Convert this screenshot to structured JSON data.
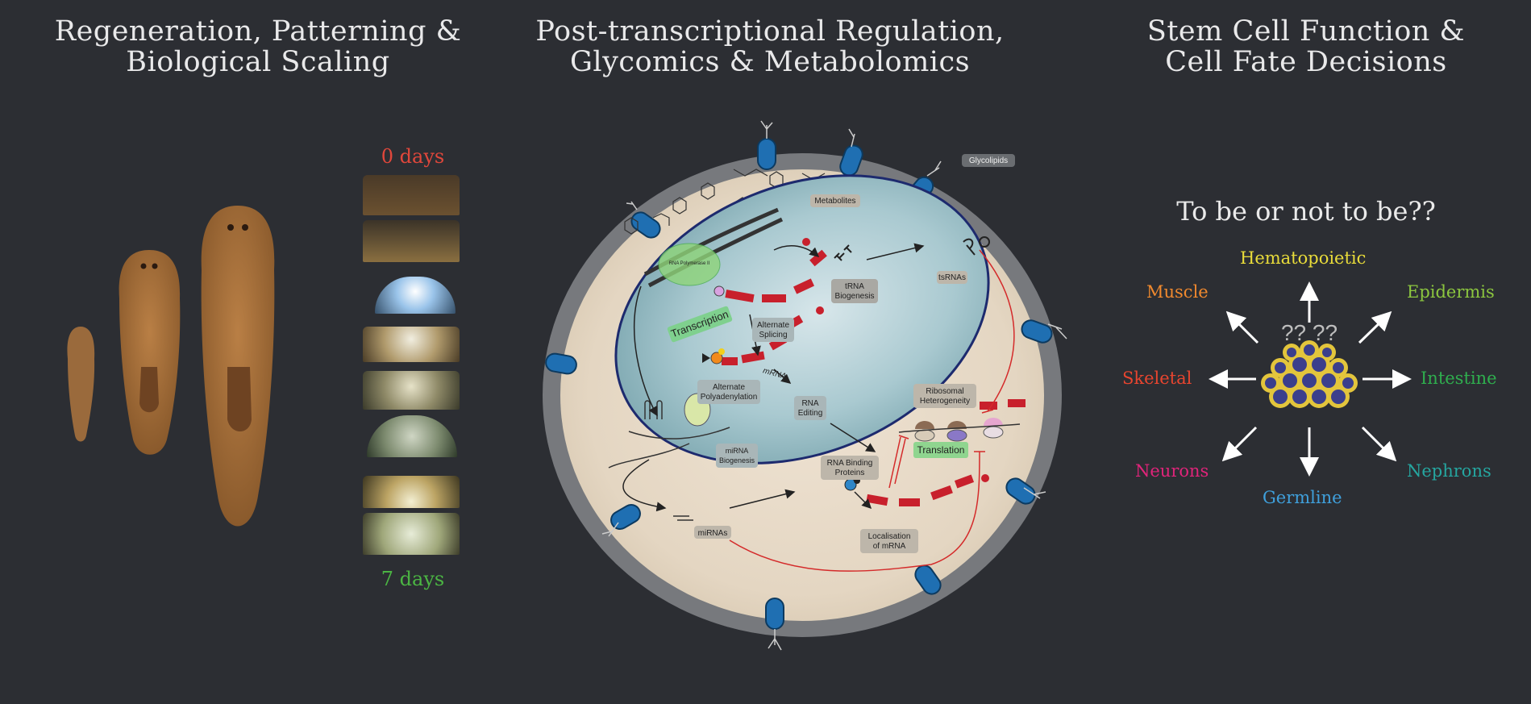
{
  "headings": {
    "left": [
      "Regeneration, Patterning &",
      "Biological Scaling"
    ],
    "center": [
      "Post-transcriptional Regulation,",
      "Glycomics & Metabolomics"
    ],
    "right": [
      "Stem Cell Function &",
      "Cell Fate Decisions"
    ]
  },
  "timeline": {
    "start_label": "0 days",
    "end_label": "7 days",
    "start_color": "#e0473b",
    "end_color": "#4bb543"
  },
  "cell_diagram": {
    "labels": {
      "glycolipids": "Glycolipids",
      "metabolites": "Metabolites",
      "rna_pol": "RNA Polymerase II",
      "transcription": "Transcription",
      "trna": [
        "tRNA",
        "Biogenesis"
      ],
      "tsrnas": "tsRNAs",
      "alt_splicing": [
        "Alternate",
        "Splicing"
      ],
      "alt_polyadenylation": [
        "Alternate",
        "Polyadenylation"
      ],
      "mrna": "mRNA",
      "rna_editing": [
        "RNA",
        "Editing"
      ],
      "ribosomal": [
        "Ribosomal",
        "Heterogeneity"
      ],
      "translation": "Translation",
      "mirna_biogenesis": [
        "miRNA",
        "Biogenesis"
      ],
      "mirnas": "miRNAs",
      "rbp": [
        "RNA Binding",
        "Proteins"
      ],
      "localisation": [
        "Localisation",
        "of mRNA"
      ]
    }
  },
  "fates": {
    "question": "To be or not to be??",
    "marks": "?? ??",
    "items": [
      {
        "label": "Hematopoietic",
        "color": "#e9dc3a"
      },
      {
        "label": "Muscle",
        "color": "#f0892e"
      },
      {
        "label": "Epidermis",
        "color": "#8cc63f"
      },
      {
        "label": "Skeletal",
        "color": "#e8452f"
      },
      {
        "label": "Intestine",
        "color": "#2fae4e"
      },
      {
        "label": "Neurons",
        "color": "#e0247a"
      },
      {
        "label": "Germline",
        "color": "#3fa0dc"
      },
      {
        "label": "Nephrons",
        "color": "#25a6a0"
      }
    ]
  }
}
